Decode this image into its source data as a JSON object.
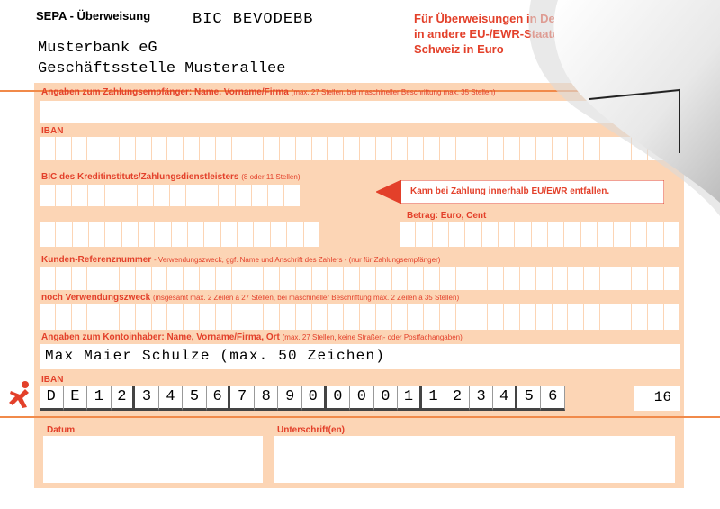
{
  "form": {
    "title": "SEPA - Überweisung",
    "bic_header": "BIC BEVODEBB",
    "bank_name": "Musterbank eG",
    "bank_branch": "Geschäftsstelle Musterallee",
    "notice_line1": "Für Überweisungen in Deutschland,",
    "notice_line2": "in andere EU-/EWR-Staaten und in die",
    "notice_line3": "Schweiz in Euro"
  },
  "fields": {
    "recipient_label": "Angaben zum Zahlungsempfänger: Name, Vorname/Firma",
    "recipient_hint": "(max. 27 Stellen, bei maschineller Beschriftung max. 35 Stellen)",
    "iban_label": "IBAN",
    "bic_label": "BIC des Kreditinstituts/Zahlungsdienstleisters",
    "bic_hint": "(8 oder 11 Stellen)",
    "bic_callout": "Kann bei Zahlung innerhalb EU/EWR entfallen.",
    "amount_label": "Betrag: Euro, Cent",
    "reference_label": "Kunden-Referenznummer",
    "reference_hint": "- Verwendungszweck, ggf. Name und Anschrift des Zahlers - (nur für Zahlungsempfänger)",
    "purpose_label": "noch Verwendungszweck",
    "purpose_hint": "(insgesamt max. 2 Zeilen à 27 Stellen, bei maschineller Beschriftung max. 2 Zeilen à 35 Stellen)",
    "payer_label": "Angaben zum Kontoinhaber: Name, Vorname/Firma, Ort",
    "payer_hint": "(max. 27 Stellen, keine Straßen- oder Postfachangaben)",
    "payer_value": "Max Maier Schulze (max. 50 Zeichen)",
    "payer_iban_label": "IBAN",
    "payer_iban_chars": [
      "D",
      "E",
      "1",
      "2",
      "3",
      "4",
      "5",
      "6",
      "7",
      "8",
      "9",
      "0",
      "0",
      "0",
      "0",
      "1",
      "1",
      "2",
      "3",
      "4",
      "5",
      "6"
    ],
    "code_value": "16",
    "date_label": "Datum",
    "signature_label": "Unterschrift(en)"
  },
  "colors": {
    "accent": "#e3402a",
    "form_bg": "#fcd5b5",
    "line": "#f18a4a"
  },
  "icons": {
    "person_mark": "running-person-icon",
    "page_curl": "page-curl"
  }
}
